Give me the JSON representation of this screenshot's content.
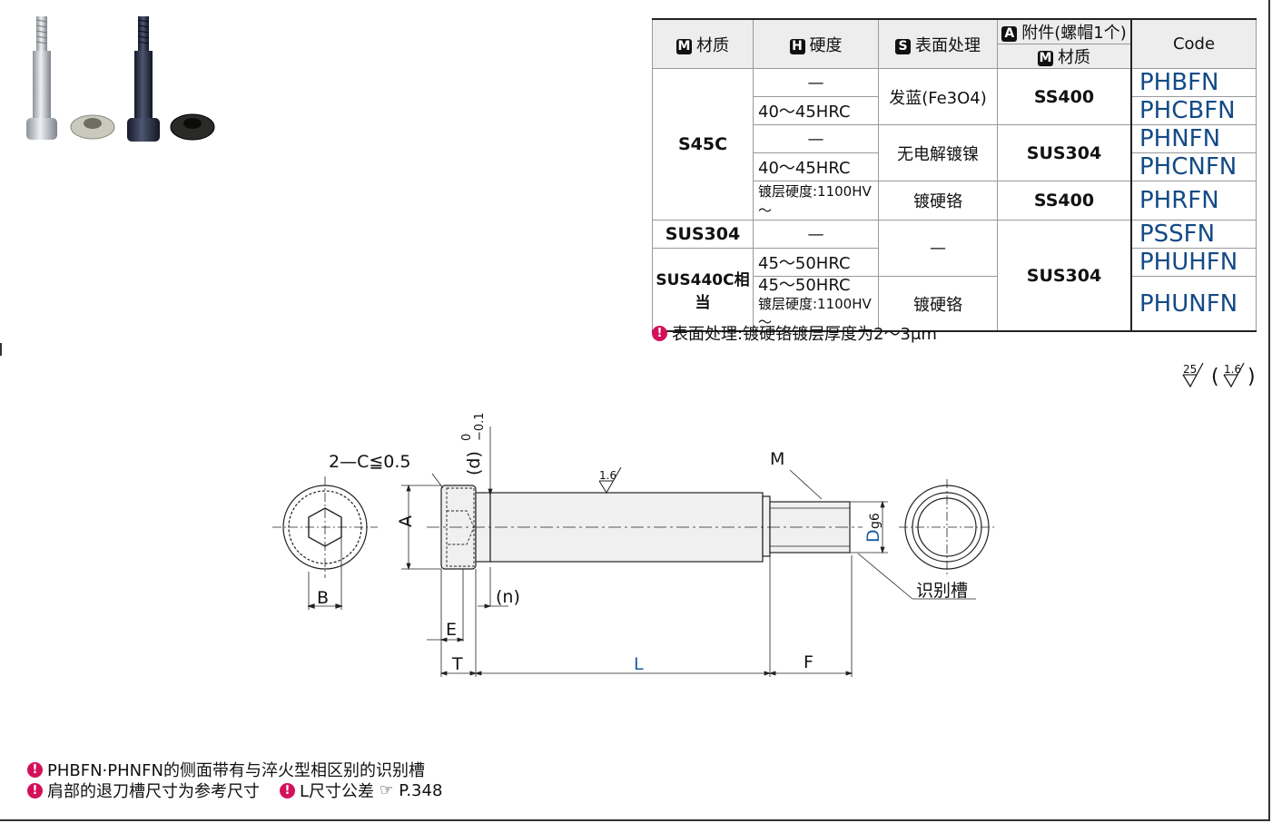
{
  "table": {
    "headers": {
      "material": "材质",
      "hardness": "硬度",
      "surface": "表面处理",
      "accessory": "附件(螺帽1个)",
      "accessory_material": "材质",
      "code": "Code"
    },
    "header_keys": {
      "material": "M",
      "hardness": "H",
      "surface": "S",
      "accessory": "A",
      "accessory_material": "M"
    },
    "materials": [
      "S45C",
      "SUS304",
      "SUS440C相当"
    ],
    "hardness": [
      "—",
      "40～45HRC",
      "—",
      "40～45HRC",
      "镀层硬度:1100HV～",
      "—",
      "45～50HRC",
      "45～50HRC",
      "镀层硬度:1100HV～"
    ],
    "surface": [
      "发蓝(Fe3O4)",
      "无电解镀镍",
      "镀硬铬",
      "—",
      "镀硬铬"
    ],
    "nut_material": [
      "SS400",
      "SUS304",
      "SS400",
      "SUS304"
    ],
    "codes": [
      "PHBFN",
      "PHCBFN",
      "PHNFN",
      "PHCNFN",
      "PHRFN",
      "PSSFN",
      "PHUHFN",
      "PHUNFN"
    ]
  },
  "table_note": "表面处理:镀硬铬镀层厚度为2～3μm",
  "roughness": {
    "general": "25",
    "paren": "1.6"
  },
  "drawing": {
    "chamfer": "2—C≦0.5",
    "d_label": "(d)",
    "d_tol_upper": "0",
    "d_tol_lower": "−0.1",
    "A": "A",
    "B": "B",
    "n": "(n)",
    "E": "E",
    "T": "T",
    "L": "L",
    "F": "F",
    "M": "M",
    "D": "D",
    "D_sub": "g6",
    "surface_mark": "1.6",
    "groove": "识别槽"
  },
  "colors": {
    "code": "#134a86",
    "pin": "#d4105b",
    "dim_blue": "#1a5aa8"
  },
  "footer": {
    "note1": "PHBFN·PHNFN的侧面带有与淬火型相区别的识别槽",
    "note2": "肩部的退刀槽尺寸为参考尺寸",
    "note3": "L尺寸公差",
    "note3_ref": "P.348"
  }
}
